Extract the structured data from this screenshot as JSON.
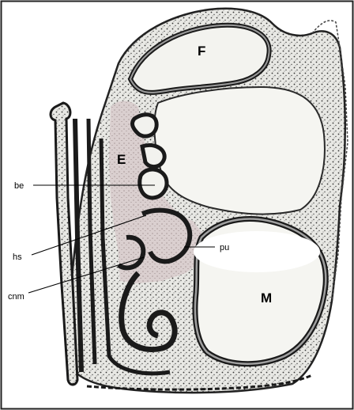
{
  "figure": {
    "labels": {
      "frontal": "F",
      "ethmoid": "E",
      "maxillary": "M",
      "be": "be",
      "hs": "hs",
      "cnm": "cnm",
      "pu": "pu"
    },
    "colors": {
      "outline": "#1a1a1a",
      "bone_fill": "#eeeeea",
      "ethmoid_fill": "#d9cdcd",
      "stipple": "#333333",
      "paper": "#f4f4f2"
    }
  }
}
